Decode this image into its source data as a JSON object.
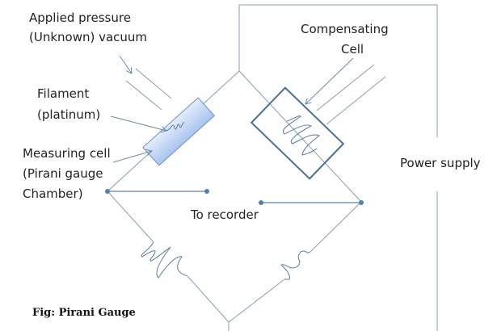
{
  "labels": {
    "applied_pressure": [
      "Applied pressure",
      "(Unknown) vacuum"
    ],
    "filament": [
      "Filament",
      "(platinum)"
    ],
    "measuring_cell": [
      "Measuring cell",
      "(Pirani gauge",
      "Chamber)"
    ],
    "compensating_cell": [
      "Compensating",
      "Cell"
    ],
    "power_supply": "Power supply",
    "to_recorder": "To recorder",
    "caption": "Fig: Pirani Gauge"
  },
  "colors": {
    "wire": "#8a9db0",
    "measuring_cell_fill": "#b8cff2",
    "compensating_cell_stroke": "#4a6f96",
    "node": "#4f7fb5"
  }
}
